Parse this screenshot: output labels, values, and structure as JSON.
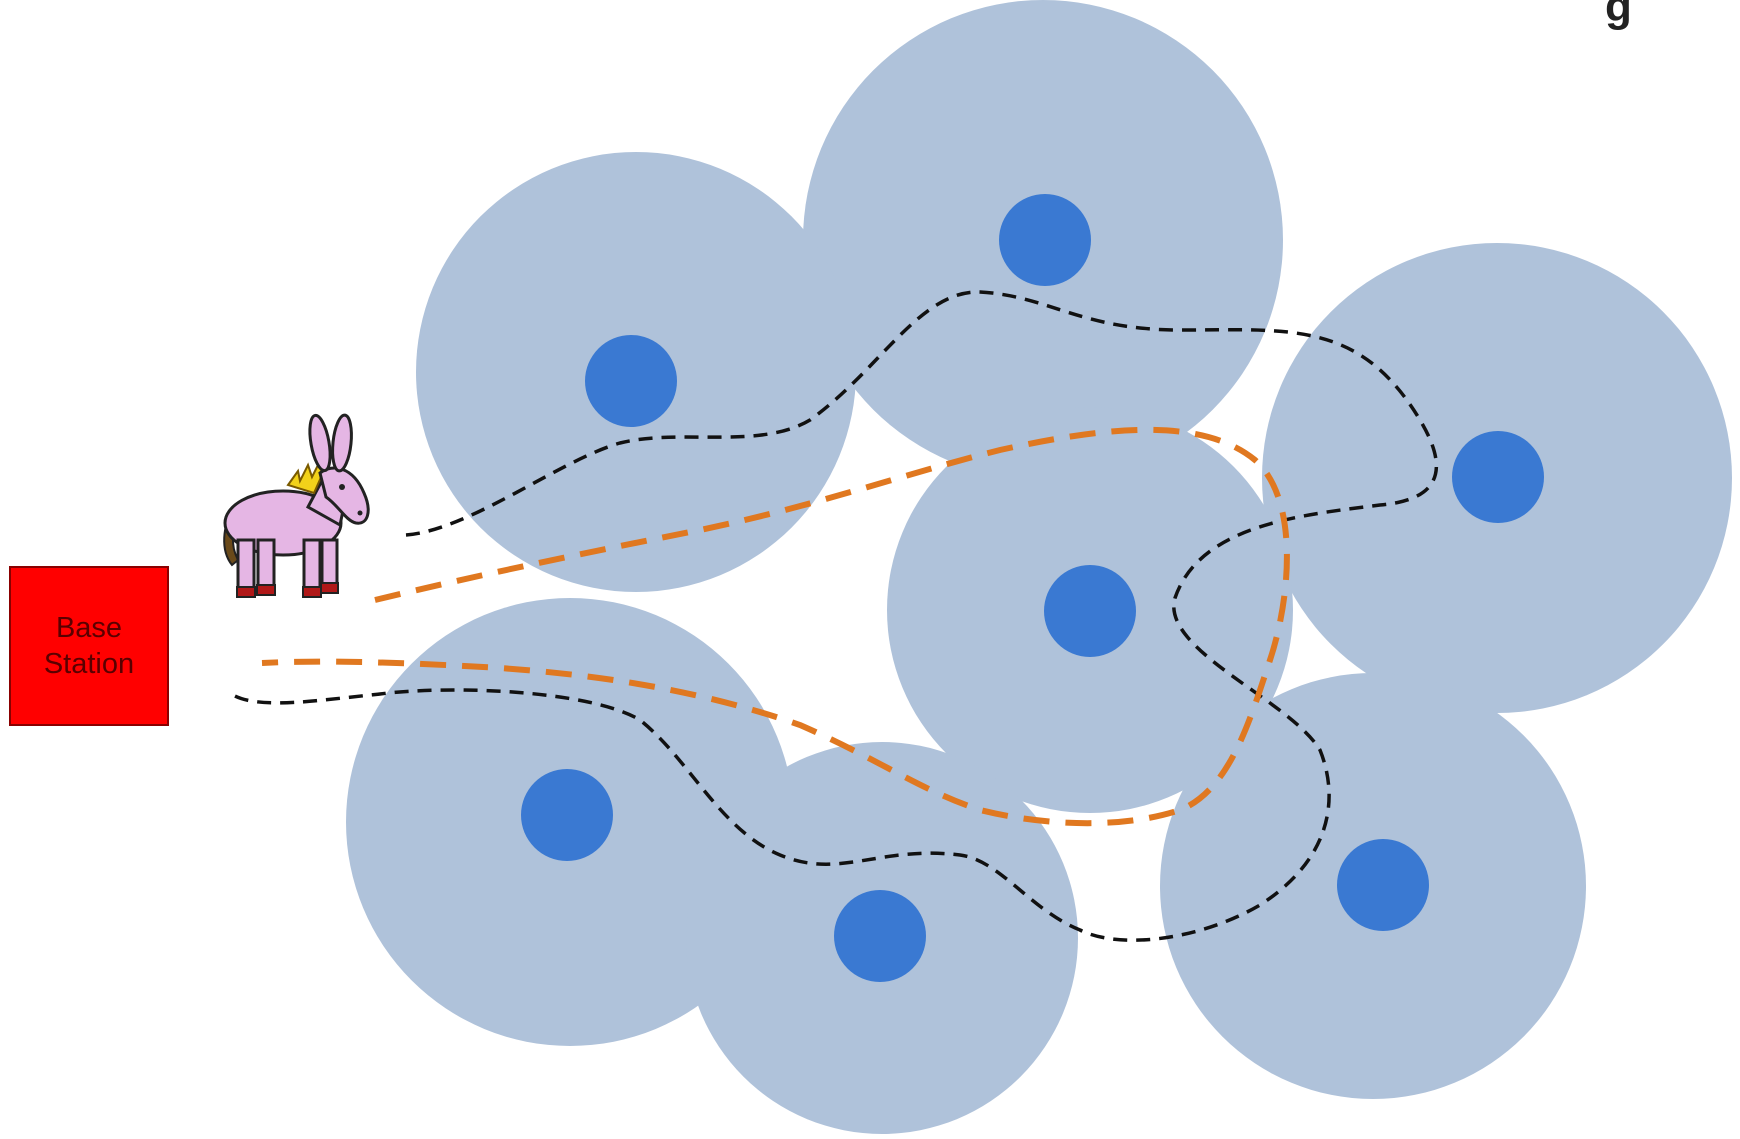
{
  "base_station": {
    "label_line1": "Base",
    "label_line2": "Station",
    "fill": "#ff0000"
  },
  "corner_text": "g",
  "colors": {
    "coverage": "#afc2da",
    "sensor_node": "#3a79d2",
    "mule_path": "#e07820",
    "alt_path": "#111111"
  },
  "icons": {
    "mule": "donkey-icon"
  }
}
